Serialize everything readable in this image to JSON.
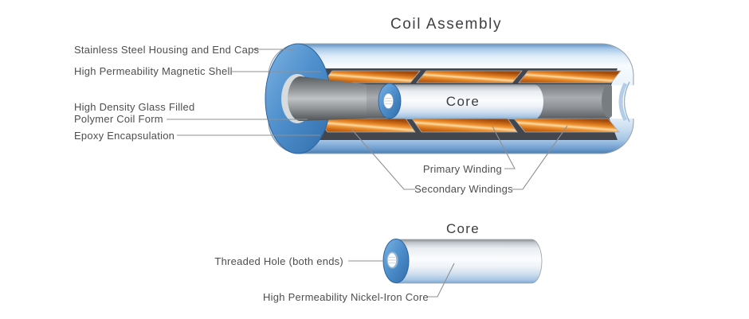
{
  "coil_assembly": {
    "title": "Coil Assembly",
    "core_label": "Core",
    "labels": {
      "housing": "Stainless Steel Housing and End Caps",
      "magnetic_shell": "High Permeability Magnetic Shell",
      "coil_form_line1": "High Density Glass Filled",
      "coil_form_line2": "Polymer Coil Form",
      "epoxy": "Epoxy Encapsulation",
      "primary_winding": "Primary Winding",
      "secondary_windings": "Secondary Windings"
    }
  },
  "core_detail": {
    "title": "Core",
    "labels": {
      "threaded_hole": "Threaded Hole (both ends)",
      "core_material": "High Permeability Nickel-Iron Core"
    }
  },
  "colors": {
    "accent_blue": "#4a8bc8",
    "winding_orange": "#e07818",
    "label_text": "#4d4e50",
    "leader_line": "#8f9092"
  }
}
